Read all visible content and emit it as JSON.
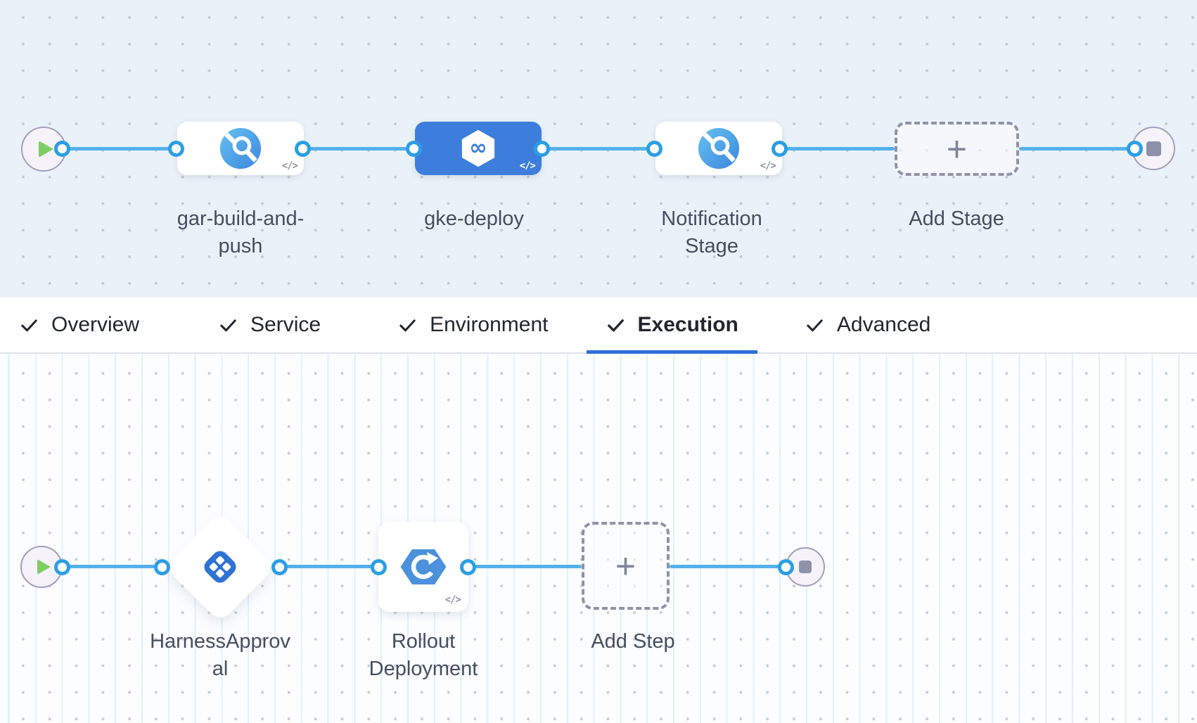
{
  "colors": {
    "accent_blue": "#3D7EDD",
    "wire_blue": "#55B1EA",
    "port_blue": "#2C9EE4",
    "icon_blue": "#2E72D4",
    "node_gray": "#8D91A9",
    "play_green": "#7FCE65",
    "label_slate": "#454E5F",
    "tab_underline": "#2B6FD9",
    "canvas_top_bg": "#EAF2F9",
    "canvas_bottom_bg": "#FBFDFF"
  },
  "stage_pipeline": {
    "stages": [
      {
        "label": "gar-build-and-\npush",
        "icon": "ci-build-icon",
        "code_badge": "</>",
        "selected": false
      },
      {
        "label": "gke-deploy",
        "icon": "cd-hexagon-infinity-icon",
        "code_badge": "</>",
        "selected": true
      },
      {
        "label": "Notification\nStage",
        "icon": "ci-build-icon",
        "code_badge": "</>",
        "selected": false
      }
    ],
    "add_stage": {
      "label": "Add Stage",
      "plus": "+"
    }
  },
  "tabs": [
    {
      "label": "Overview",
      "checked": true,
      "active": false
    },
    {
      "label": "Service",
      "checked": true,
      "active": false
    },
    {
      "label": "Environment",
      "checked": true,
      "active": false
    },
    {
      "label": "Execution",
      "checked": true,
      "active": true
    },
    {
      "label": "Advanced",
      "checked": true,
      "active": false
    }
  ],
  "execution_graph": {
    "steps": [
      {
        "label": "HarnessApprov\nal",
        "icon": "approval-icon"
      },
      {
        "label": "Rollout\nDeployment",
        "icon": "rollout-deployment-icon",
        "code_badge": "</>"
      }
    ],
    "add_step": {
      "label": "Add Step",
      "plus": "+"
    }
  },
  "icons": {
    "cd_infinity": "∞"
  }
}
